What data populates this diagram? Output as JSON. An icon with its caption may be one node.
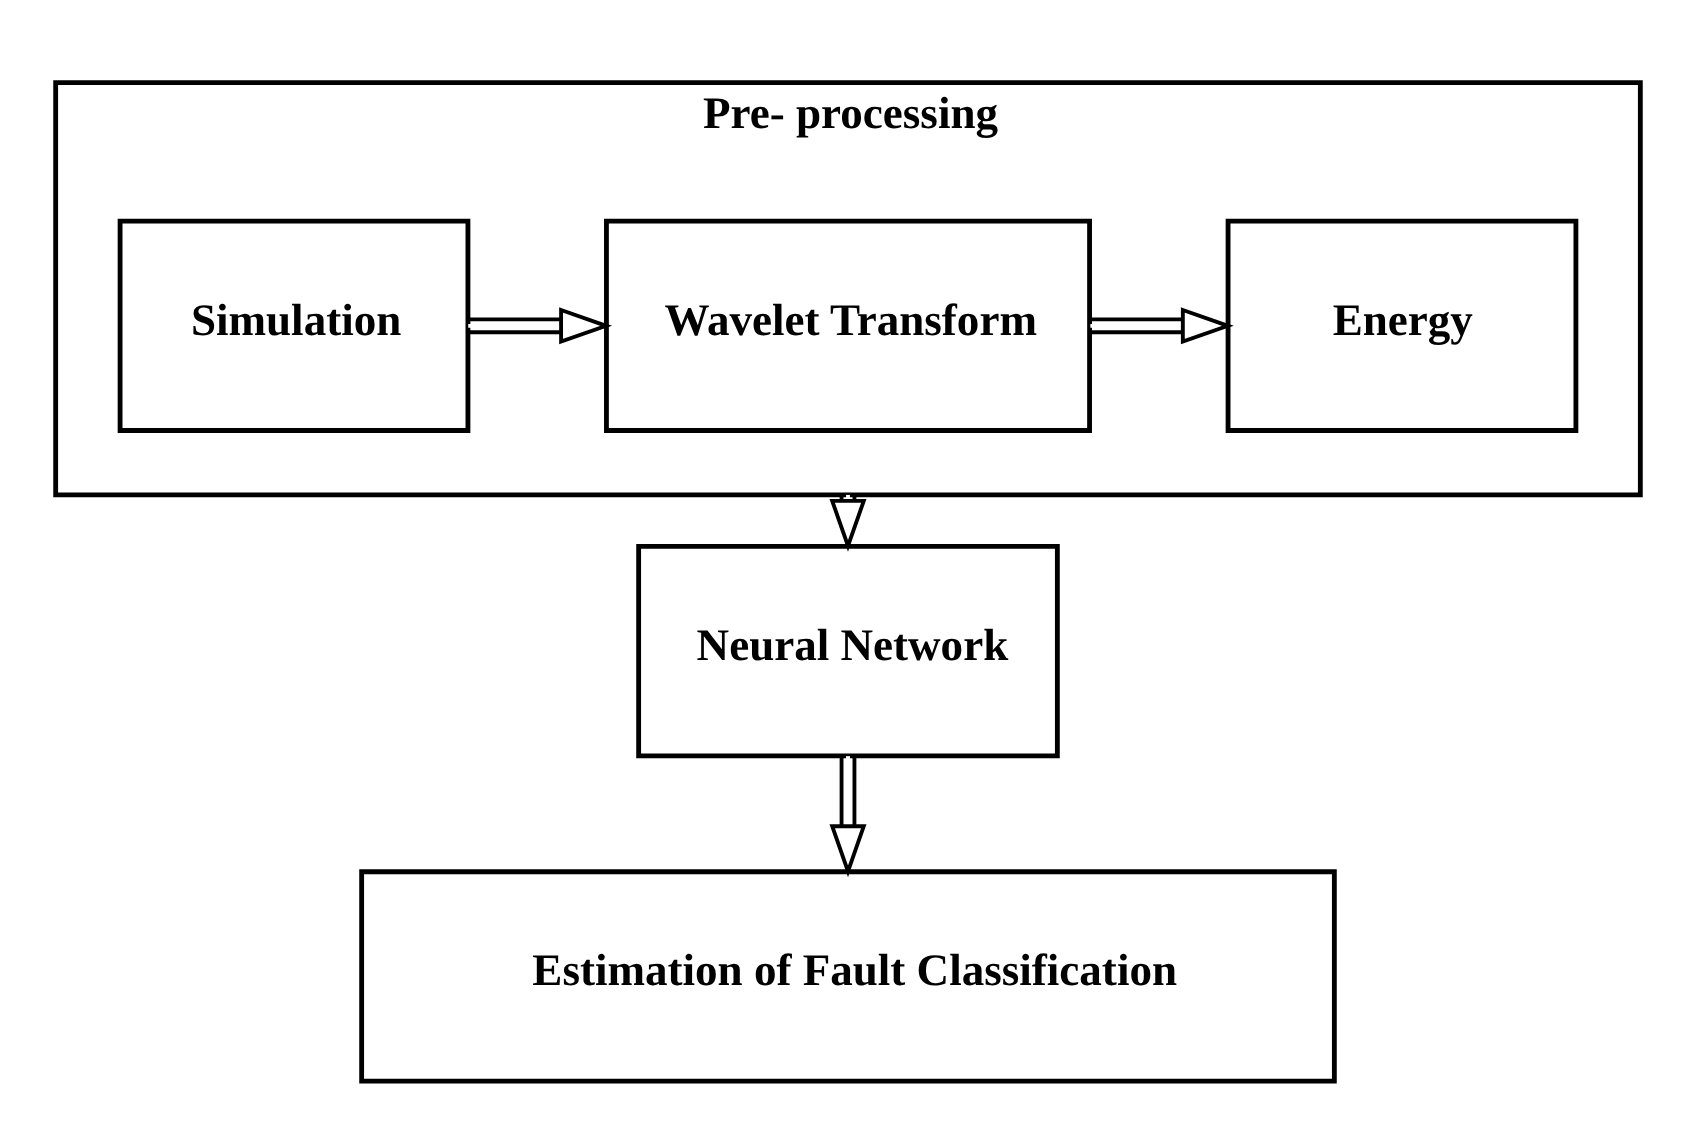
{
  "diagram": {
    "nodes": [
      {
        "text": [
          "Pre- processing"
        ]
      },
      {
        "text": [
          "Simulation"
        ],
        "in": 0
      },
      {
        "text": [
          "Wavelet Transform"
        ],
        "in": 0
      },
      {
        "text": [
          "Energy"
        ],
        "in": 0
      },
      {
        "text": [
          "Neural Network"
        ]
      },
      {
        "text": [
          "Estimation of Fault Classification"
        ]
      }
    ],
    "edges": [
      {
        "from": 1,
        "to": 2,
        "arrow": "to"
      },
      {
        "from": 2,
        "to": 3,
        "arrow": "to"
      },
      {
        "from": 0,
        "to": 4,
        "arrow": "to"
      },
      {
        "from": 4,
        "to": 5,
        "arrow": "to"
      }
    ]
  }
}
